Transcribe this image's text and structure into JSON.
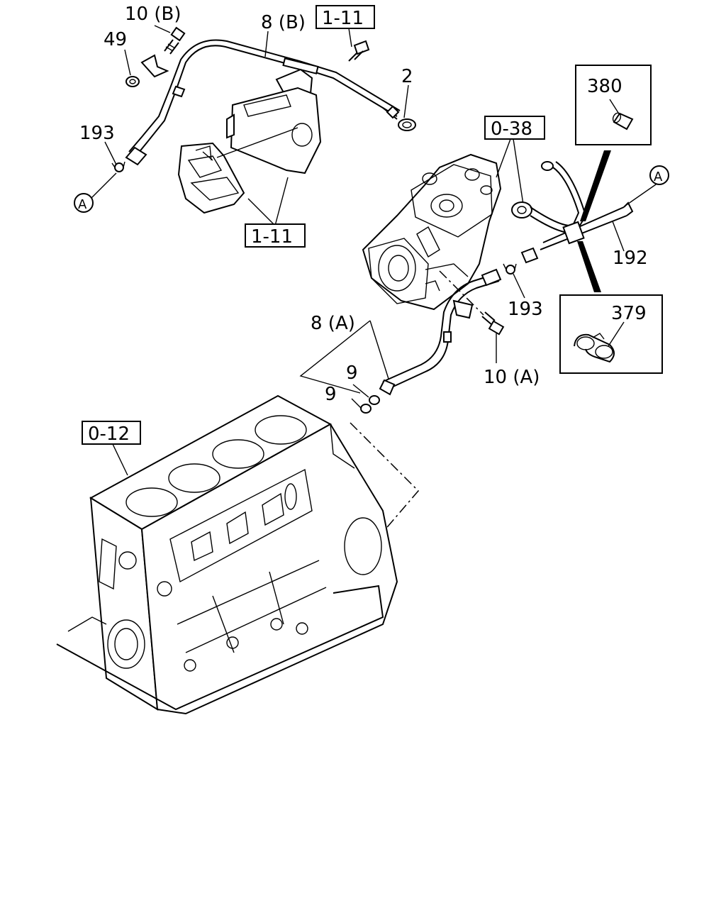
{
  "callouts": {
    "bolt_b": "10 (B)",
    "nut": "49",
    "pipe_b": "8 (B)",
    "ref_1_11_top": "1-11",
    "dipstick": "2",
    "clip_left": "193",
    "connector_a_left": "A",
    "ref_1_11_bottom": "1-11",
    "ref_0_38": "0-38",
    "bushing": "380",
    "connector_a_right": "A",
    "hose": "192",
    "clip_right": "193",
    "clamp": "379",
    "pipe_a": "8 (A)",
    "oring_upper": "9",
    "oring_lower": "9",
    "bolt_a": "10 (A)",
    "ref_0_12": "0-12"
  }
}
